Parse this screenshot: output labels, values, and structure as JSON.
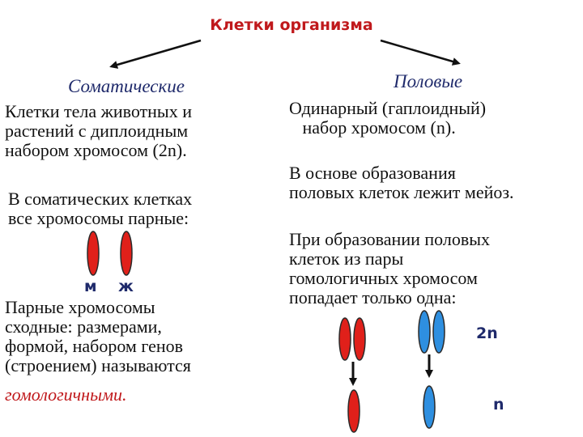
{
  "title": "Клетки организма",
  "somatic": {
    "heading": "Соматические",
    "paragraph1": "Клетки тела животных и\nрастений с диплоидным\nнабором хромосом (2n).",
    "paragraph2": "В соматических клетках\nвсе хромосомы парные:",
    "pair_labels": {
      "male": "м",
      "female": "ж"
    },
    "paragraph3": "Парные хромосомы\nсходные: размерами,\nформой, набором генов\n(строением) называются",
    "term": "гомологичными."
  },
  "sex": {
    "heading": "Половые",
    "paragraph1": "Одинарный (гаплоидный)\n   набор хромосом (n).",
    "paragraph2": "В основе образования\nполовых клеток лежит мейоз.",
    "paragraph3": "При образовании половых\nклеток из пары\nгомологичных хромосом\nпопадает только одна:",
    "label_diploid": "2n",
    "label_haploid": "n"
  },
  "colors": {
    "title": "#c0191c",
    "chromosome_red": "#e0201a",
    "chromosome_blue": "#2e8fe0",
    "outline": "#2a2a2a",
    "label": "#1f2a6b"
  }
}
